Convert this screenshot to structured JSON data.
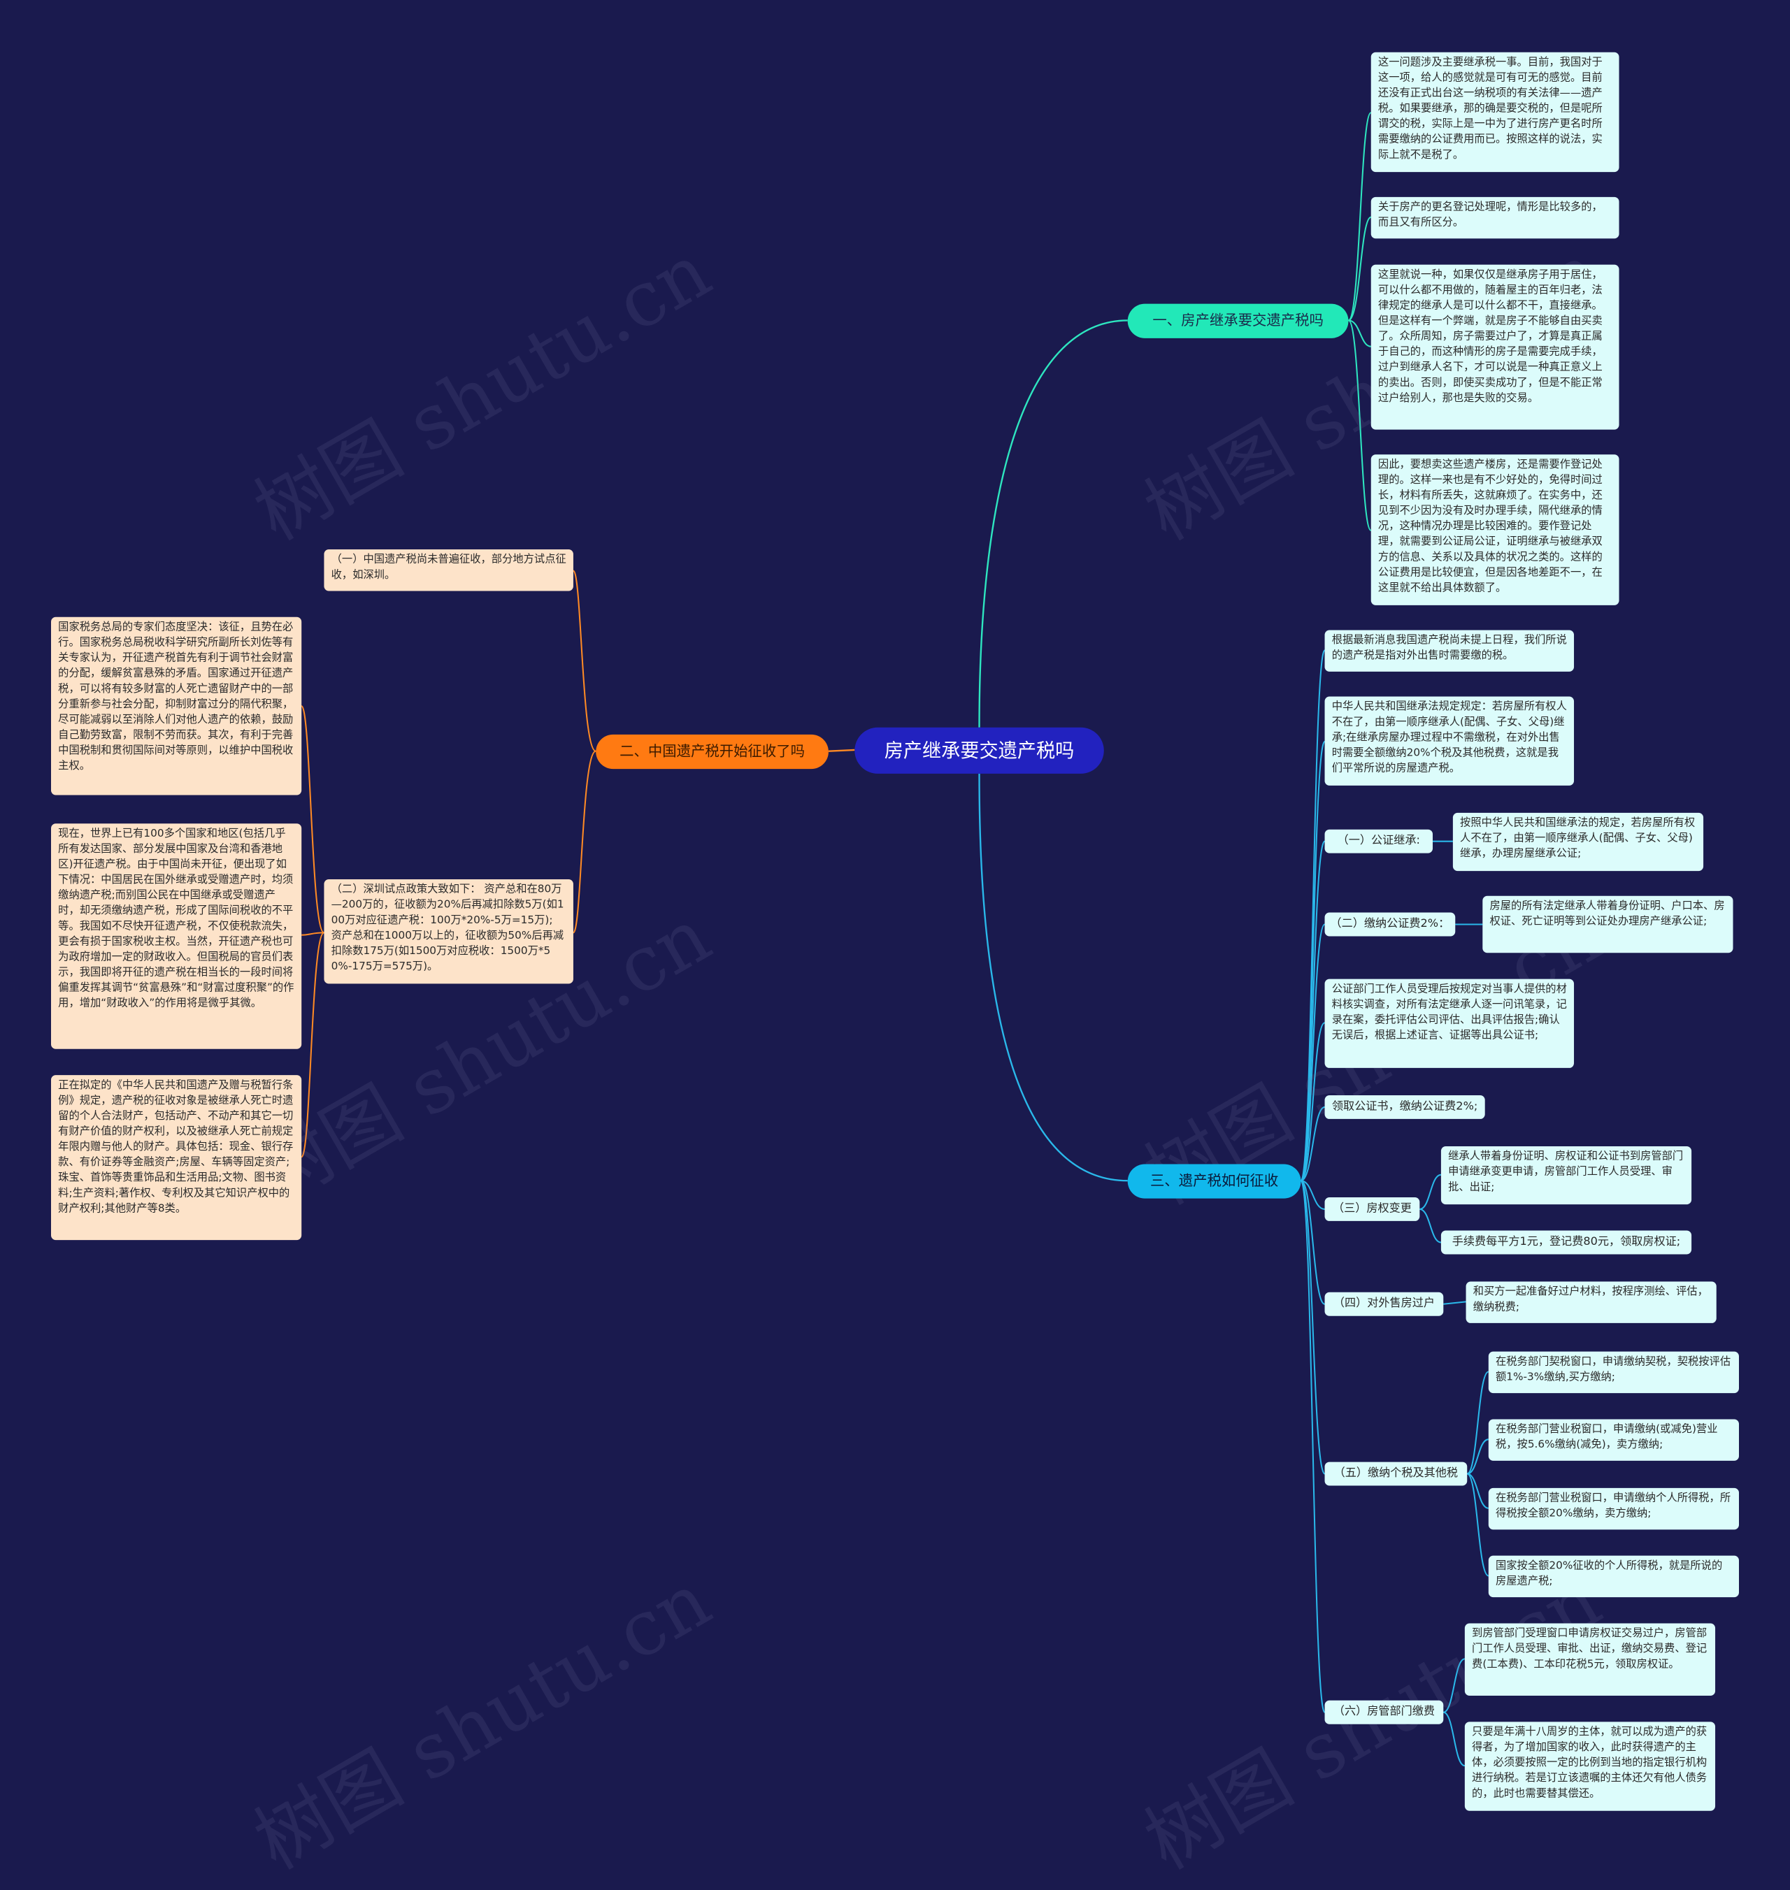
{
  "root": "房产继承要交遗产税吗",
  "branch1": {
    "title": "一、房产继承要交遗产税吗",
    "items": [
      "这一问题涉及主要继承税一事。目前，我国对于这一项，给人的感觉就是可有可无的感觉。目前还没有正式出台这一纳税项的有关法律——遗产税。如果要继承，那的确是要交税的，但是呢所谓交的税，实际上是一中为了进行房产更名时所需要缴纳的公证费用而已。按照这样的说法，实际上就不是税了。",
      "关于房产的更名登记处理呢，情形是比较多的，而且又有所区分。",
      "这里就说一种，如果仅仅是继承房子用于居住，可以什么都不用做的，随着屋主的百年归老，法律规定的继承人是可以什么都不干，直接继承。但是这样有一个弊端，就是房子不能够自由买卖了。众所周知，房子需要过户了，才算是真正属于自己的，而这种情形的房子是需要完成手续，过户到继承人名下，才可以说是一种真正意义上的卖出。否则，即使买卖成功了，但是不能正常过户给别人，那也是失败的交易。",
      "因此，要想卖这些遗产楼房，还是需要作登记处理的。这样一来也是有不少好处的，免得时间过长，材料有所丢失，这就麻烦了。在实务中，还见到不少因为没有及时办理手续，隔代继承的情况，这种情况办理是比较困难的。要作登记处理，就需要到公证局公证，证明继承与被继承双方的信息、关系以及具体的状况之类的。这样的公证费用是比较便宜，但是因各地差距不一，在这里就不给出具体数额了。"
    ]
  },
  "branch2": {
    "title": "二、中国遗产税开始征收了吗",
    "sub1": "（一）中国遗产税尚未普遍征收，部分地方试点征收，如深圳。",
    "sub2": "（二）深圳试点政策大致如下： 资产总和在80万—200万的，征收额为20%后再减扣除数5万(如100万对应征遗产税：100万*20%-5万=15万); 资产总和在1000万以上的，征收额为50%后再减扣除数175万(如1500万对应税收：1500万*50%-175万=575万)。",
    "leaves": [
      "国家税务总局的专家们态度坚决：该征，且势在必行。国家税务总局税收科学研究所副所长刘佐等有关专家认为，开征遗产税首先有利于调节社会财富的分配，缓解贫富悬殊的矛盾。国家通过开征遗产税，可以将有较多财富的人死亡遗留财产中的一部分重新参与社会分配，抑制财富过分的隔代积聚，尽可能减弱以至消除人们对他人遗产的依赖，鼓励自己勤劳致富，限制不劳而获。其次，有利于完善中国税制和贯彻国际间对等原则，以维护中国税收主权。",
      "现在，世界上已有100多个国家和地区(包括几乎所有发达国家、部分发展中国家及台湾和香港地区)开征遗产税。由于中国尚未开征，便出现了如下情况：中国居民在国外继承或受赠遗产时，均须缴纳遗产税;而别国公民在中国继承或受赠遗产时，却无须缴纳遗产税，形成了国际间税收的不平等。我国如不尽快开征遗产税，不仅使税款流失，更会有损于国家税收主权。当然，开征遗产税也可为政府增加一定的财政收入。但国税局的官员们表示，我国即将开征的遗产税在相当长的一段时间将偏重发挥其调节“贫富悬殊”和“财富过度积聚”的作用，增加“财政收入”的作用将是微乎其微。",
      "正在拟定的《中华人民共和国遗产及赠与税暂行条例》规定，遗产税的征收对象是被继承人死亡时遗留的个人合法财产，包括动产、不动产和其它一切有财产价值的财产权利，以及被继承人死亡前规定年限内赠与他人的财产。具体包括：现金、银行存款、有价证券等金融资产;房屋、车辆等固定资产;珠宝、首饰等贵重饰品和生活用品;文物、图书资料;生产资料;著作权、专利权及其它知识产权中的财产权利;其他财产等8类。"
    ]
  },
  "branch3": {
    "title": "三、遗产税如何征收",
    "intro1": "根据最新消息我国遗产税尚未提上日程，我们所说的遗产税是指对外出售时需要缴的税。",
    "intro2": "中华人民共和国继承法规定规定：若房屋所有权人不在了，由第一顺序继承人(配偶、子女、父母)继承;在继承房屋办理过程中不需缴税，在对外出售时需要全额缴纳20%个税及其他税费，这就是我们平常所说的房屋遗产税。",
    "s1_label": "（一）公证继承:",
    "s1_text": "按照中华人民共和国继承法的规定，若房屋所有权人不在了，由第一顺序继承人(配偶、子女、父母)继承，办理房屋继承公证;",
    "s2_label": "（二）缴纳公证费2%：",
    "s2_text": "房屋的所有法定继承人带着身份证明、户口本、房权证、死亡证明等到公证处办理房产继承公证;",
    "notary": "公证部门工作人员受理后按规定对当事人提供的材料核实调查，对所有法定继承人逐一问讯笔录，记录在案，委托评估公司评估、出具评估报告;确认无误后，根据上述证言、证据等出具公证书;",
    "receive": "领取公证书，缴纳公证费2%;",
    "s3_label": "（三）房权变更",
    "s3_items": [
      "继承人带着身份证明、房权证和公证书到房管部门申请继承变更申请，房管部门工作人员受理、审批、出证;",
      "手续费每平方1元，登记费80元，领取房权证;"
    ],
    "s4_label": "（四）对外售房过户",
    "s4_text": "和买方一起准备好过户材料，按程序测绘、评估，缴纳税费;",
    "s5_label": "（五）缴纳个税及其他税",
    "s5_items": [
      "在税务部门契税窗口，申请缴纳契税，契税按评估额1%-3%缴纳,买方缴纳;",
      "在税务部门营业税窗口，申请缴纳(或减免)营业税，按5.6%缴纳(减免)，卖方缴纳;",
      "在税务部门营业税窗口，申请缴纳个人所得税，所得税按全额20%缴纳，卖方缴纳;",
      "国家按全额20%征收的个人所得税，就是所说的房屋遗产税;"
    ],
    "s6_label": "（六）房管部门缴费",
    "s6_items": [
      "到房管部门受理窗口申请房权证交易过户，房管部门工作人员受理、审批、出证，缴纳交易费、登记费(工本费)、工本印花税5元，领取房权证。",
      "只要是年满十八周岁的主体，就可以成为遗产的获得者，为了增加国家的收入，此时获得遗产的主体，必须要按照一定的比例到当地的指定银行机构进行纳税。若是订立该遗嘱的主体还欠有他人债务的，此时也需要替其偿还。"
    ]
  },
  "watermark": "树图 shutu.cn",
  "colors": {
    "background": "#1a1a4e",
    "center": "#2222bf",
    "branch1": "#22e8b8",
    "branch2": "#ff7a12",
    "branch3": "#11b8ec",
    "leaf_cyan": "#dcfcfb",
    "leaf_peach": "#fde3c9"
  }
}
